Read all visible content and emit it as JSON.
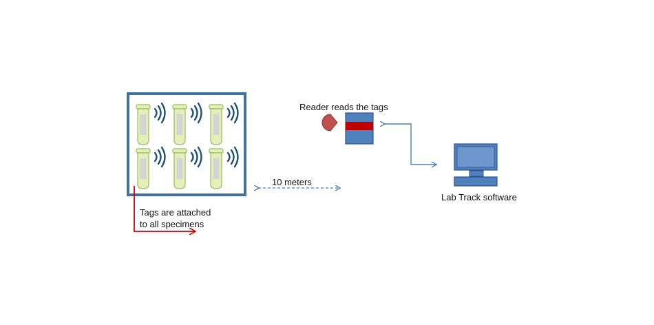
{
  "labels": {
    "reader": "Reader reads the tags",
    "distance": "10 meters",
    "software": "Lab Track software",
    "tags_line1": "Tags are attached",
    "tags_line2": "to all specimens"
  },
  "icons": {
    "tube": "specimen-tube-icon",
    "signal": "rfid-signal-icon",
    "reader": "rfid-reader-icon",
    "antenna": "reader-antenna-icon",
    "computer": "computer-icon"
  },
  "colors": {
    "tray_border": "#41719c",
    "tube_fill": "#e2f0b9",
    "tube_border": "#9bbb59",
    "wave": "#1f4e79",
    "reader_blue": "#4f81bd",
    "reader_red": "#c00000",
    "antenna": "#c0504d",
    "connector": "#4a7ebb",
    "callout": "#cc0000"
  }
}
